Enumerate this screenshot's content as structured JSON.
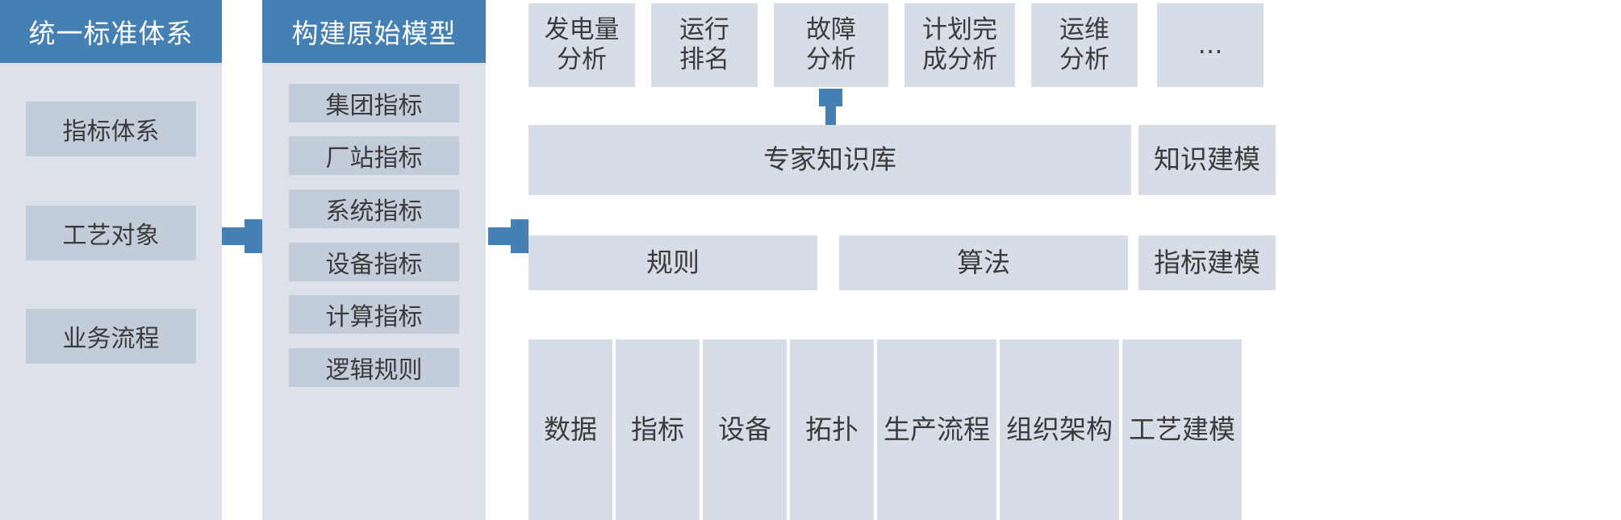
{
  "diagram": {
    "columns": [
      {
        "id": "unified-standard-system",
        "header": "统一标准体系",
        "items": [
          {
            "label": "指标体系"
          },
          {
            "label": "工艺对象"
          },
          {
            "label": "业务流程"
          }
        ]
      },
      {
        "id": "build-original-model",
        "header": "构建原始模型",
        "items": [
          {
            "label": "集团指标"
          },
          {
            "label": "厂站指标"
          },
          {
            "label": "系统指标"
          },
          {
            "label": "设备指标"
          },
          {
            "label": "计算指标"
          },
          {
            "label": "逻辑规则"
          }
        ]
      }
    ],
    "connectors": [
      {
        "id": "arrow-col1-to-col2",
        "direction": "right"
      },
      {
        "id": "arrow-col2-to-analysis",
        "direction": "right"
      },
      {
        "id": "arrow-fault-to-knowledge",
        "direction": "down"
      },
      {
        "id": "arrow-col2-to-rules",
        "direction": "right"
      }
    ],
    "analysis_row": [
      {
        "label": "发电量\n分析"
      },
      {
        "label": "运行\n排名"
      },
      {
        "label": "故障\n分析"
      },
      {
        "label": "计划完\n成分析"
      },
      {
        "label": "运维\n分析"
      },
      {
        "label": "…"
      }
    ],
    "knowledge_row": [
      {
        "label": "专家知识库"
      },
      {
        "label": "知识建模"
      }
    ],
    "rules_row": [
      {
        "label": "规则"
      },
      {
        "label": "算法"
      },
      {
        "label": "指标建模"
      }
    ],
    "foundation_row": [
      {
        "label": "数据"
      },
      {
        "label": "指标"
      },
      {
        "label": "设备"
      },
      {
        "label": "拓扑"
      },
      {
        "label": "生产流程"
      },
      {
        "label": "组织架构"
      },
      {
        "label": "工艺建模"
      }
    ]
  },
  "colors": {
    "header_blue": "#4480b3",
    "panel_bg": "#dce1ea",
    "chip_bg": "#c3cdda",
    "card_bg": "#d7dde6",
    "text": "#3b3b3b",
    "header_text": "#ffffff"
  }
}
